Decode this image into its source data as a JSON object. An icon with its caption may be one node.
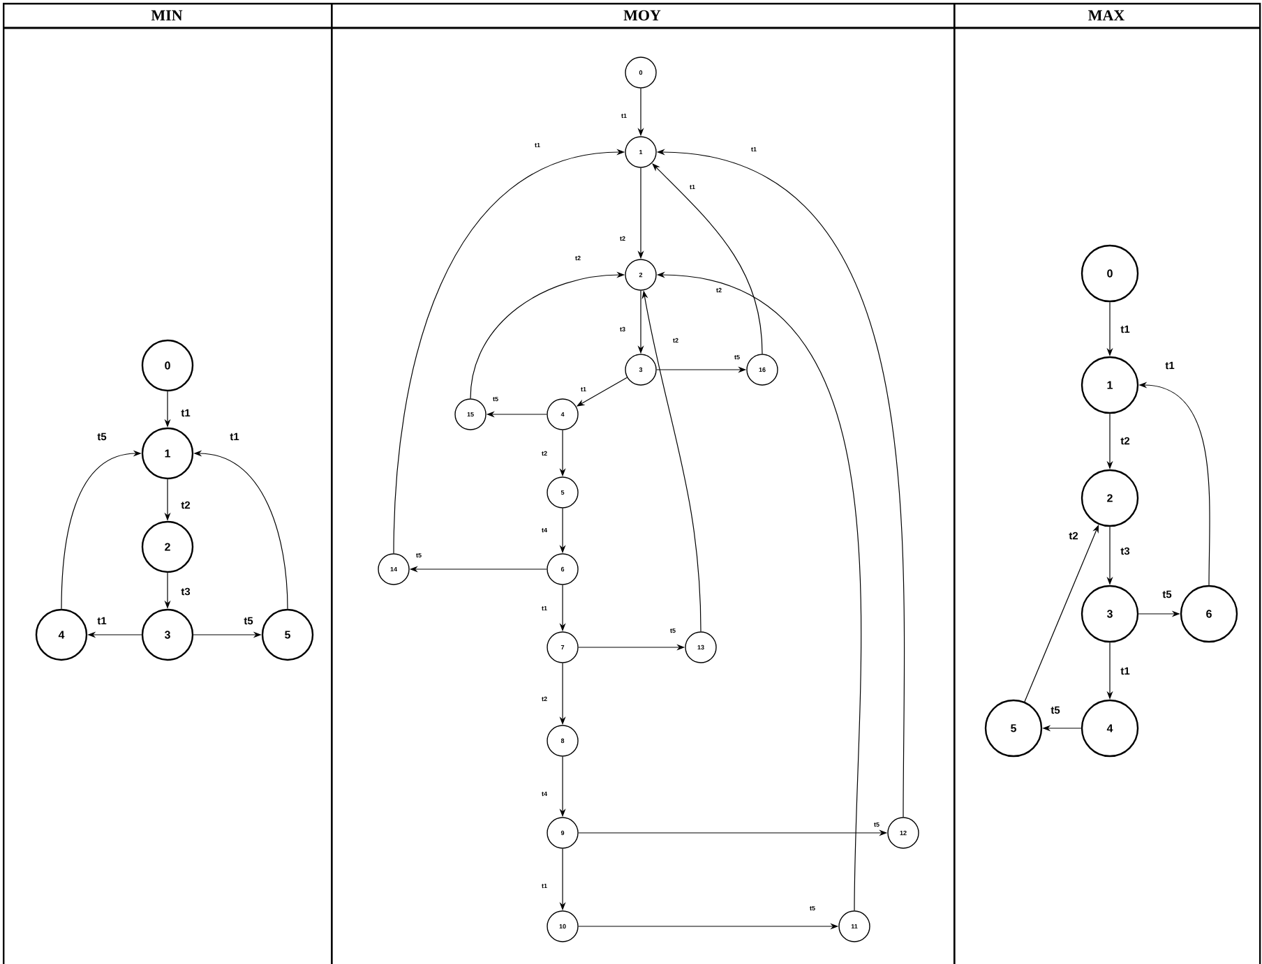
{
  "diagram": {
    "nodes": [
      {
        "text": [
          "MIN"
        ]
      },
      {
        "text": [
          "MOY"
        ]
      },
      {
        "text": [
          "MAX"
        ]
      },
      {
        "text": [
          "0"
        ],
        "in": 0
      },
      {
        "text": [
          "1"
        ],
        "in": 0
      },
      {
        "text": [
          "2"
        ],
        "in": 0
      },
      {
        "text": [
          "3"
        ],
        "in": 0
      },
      {
        "text": [
          "4"
        ],
        "in": 0
      },
      {
        "text": [
          "5"
        ],
        "in": 0
      },
      {
        "text": [
          "0"
        ],
        "in": 1
      },
      {
        "text": [
          "1"
        ],
        "in": 1
      },
      {
        "text": [
          "2"
        ],
        "in": 1
      },
      {
        "text": [
          "3"
        ],
        "in": 1
      },
      {
        "text": [
          "4"
        ],
        "in": 1
      },
      {
        "text": [
          "5"
        ],
        "in": 1
      },
      {
        "text": [
          "6"
        ],
        "in": 1
      },
      {
        "text": [
          "7"
        ],
        "in": 1
      },
      {
        "text": [
          "8"
        ],
        "in": 1
      },
      {
        "text": [
          "9"
        ],
        "in": 1
      },
      {
        "text": [
          "10"
        ],
        "in": 1
      },
      {
        "text": [
          "11"
        ],
        "in": 1
      },
      {
        "text": [
          "12"
        ],
        "in": 1
      },
      {
        "text": [
          "13"
        ],
        "in": 1
      },
      {
        "text": [
          "14"
        ],
        "in": 1
      },
      {
        "text": [
          "15"
        ],
        "in": 1
      },
      {
        "text": [
          "16"
        ],
        "in": 1
      },
      {
        "text": [
          "0"
        ],
        "in": 2
      },
      {
        "text": [
          "1"
        ],
        "in": 2
      },
      {
        "text": [
          "2"
        ],
        "in": 2
      },
      {
        "text": [
          "3"
        ],
        "in": 2
      },
      {
        "text": [
          "4"
        ],
        "in": 2
      },
      {
        "text": [
          "5"
        ],
        "in": 2
      },
      {
        "text": [
          "6"
        ],
        "in": 2
      }
    ],
    "edges": [
      {
        "from": 3,
        "to": 4,
        "arrow": "to",
        "label": "t1"
      },
      {
        "from": 4,
        "to": 5,
        "arrow": "to",
        "label": "t2"
      },
      {
        "from": 5,
        "to": 6,
        "arrow": "to",
        "label": "t3"
      },
      {
        "from": 6,
        "to": 7,
        "arrow": "to",
        "label": "t1"
      },
      {
        "from": 6,
        "to": 8,
        "arrow": "to",
        "label": "t5"
      },
      {
        "from": 7,
        "to": 4,
        "arrow": "to",
        "label": "t5"
      },
      {
        "from": 8,
        "to": 4,
        "arrow": "to",
        "label": "t1"
      },
      {
        "from": 9,
        "to": 10,
        "arrow": "to",
        "label": "t1"
      },
      {
        "from": 10,
        "to": 11,
        "arrow": "to",
        "label": "t2"
      },
      {
        "from": 11,
        "to": 12,
        "arrow": "to",
        "label": "t3"
      },
      {
        "from": 12,
        "to": 13,
        "arrow": "to",
        "label": "t1"
      },
      {
        "from": 12,
        "to": 25,
        "arrow": "to",
        "label": "t5"
      },
      {
        "from": 13,
        "to": 24,
        "arrow": "to",
        "label": "t5"
      },
      {
        "from": 13,
        "to": 14,
        "arrow": "to",
        "label": "t2"
      },
      {
        "from": 14,
        "to": 15,
        "arrow": "to",
        "label": "t4"
      },
      {
        "from": 15,
        "to": 23,
        "arrow": "to",
        "label": "t5"
      },
      {
        "from": 15,
        "to": 16,
        "arrow": "to",
        "label": "t1"
      },
      {
        "from": 16,
        "to": 22,
        "arrow": "to",
        "label": "t5"
      },
      {
        "from": 16,
        "to": 17,
        "arrow": "to",
        "label": "t2"
      },
      {
        "from": 17,
        "to": 18,
        "arrow": "to",
        "label": "t4"
      },
      {
        "from": 18,
        "to": 21,
        "arrow": "to",
        "label": "t5"
      },
      {
        "from": 18,
        "to": 19,
        "arrow": "to",
        "label": "t1"
      },
      {
        "from": 19,
        "to": 20,
        "arrow": "to",
        "label": "t5"
      },
      {
        "from": 23,
        "to": 10,
        "arrow": "to",
        "label": "t1"
      },
      {
        "from": 25,
        "to": 10,
        "arrow": "to",
        "label": "t1"
      },
      {
        "from": 21,
        "to": 10,
        "arrow": "to",
        "label": "t1"
      },
      {
        "from": 24,
        "to": 11,
        "arrow": "to",
        "label": "t2"
      },
      {
        "from": 22,
        "to": 11,
        "arrow": "to",
        "label": "t2"
      },
      {
        "from": 20,
        "to": 11,
        "arrow": "to",
        "label": "t2"
      },
      {
        "from": 26,
        "to": 27,
        "arrow": "to",
        "label": "t1"
      },
      {
        "from": 27,
        "to": 28,
        "arrow": "to",
        "label": "t2"
      },
      {
        "from": 28,
        "to": 29,
        "arrow": "to",
        "label": "t3"
      },
      {
        "from": 29,
        "to": 32,
        "arrow": "to",
        "label": "t5"
      },
      {
        "from": 29,
        "to": 30,
        "arrow": "to",
        "label": "t1"
      },
      {
        "from": 30,
        "to": 31,
        "arrow": "to",
        "label": "t5"
      },
      {
        "from": 31,
        "to": 28,
        "arrow": "to",
        "label": "t2"
      },
      {
        "from": 32,
        "to": 27,
        "arrow": "to",
        "label": "t1"
      }
    ]
  }
}
